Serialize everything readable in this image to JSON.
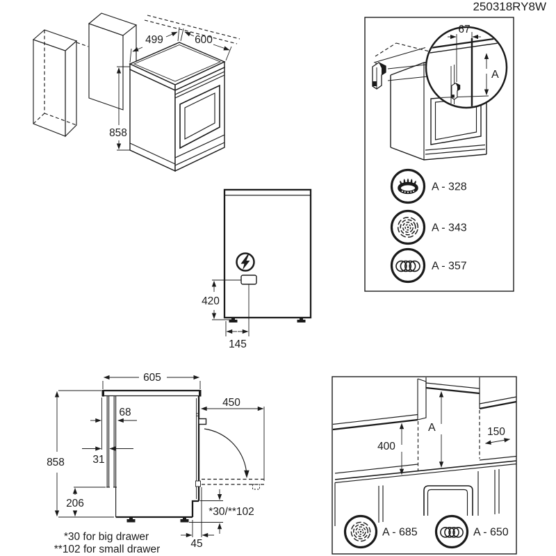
{
  "product_code": "250318RY8W",
  "iso_view": {
    "width": "499",
    "depth": "600",
    "height": "858"
  },
  "detail_box": {
    "bracket_offset": "67",
    "clearance_letter": "A",
    "rows": [
      {
        "icon": "gas-burner-icon",
        "value": "A - 328"
      },
      {
        "icon": "fan-icon",
        "value": "A - 343"
      },
      {
        "icon": "coil-icon",
        "value": "A - 357"
      }
    ]
  },
  "rear_view": {
    "socket_height": "420",
    "socket_offset": "145"
  },
  "side_view": {
    "depth": "605",
    "height": "858",
    "door_open_depth": "450",
    "top_rear_gap": "68",
    "rear_gap": "31",
    "plinth_height": "206",
    "drawer_clearance": "*30/**102",
    "recess_depth": "45",
    "note_big_drawer": "*30 for big drawer",
    "note_small_drawer": "**102 for small drawer"
  },
  "install_box": {
    "worktop_clearance": "400",
    "hood_clearance_letter": "A",
    "side_clearance": "150",
    "rows": [
      {
        "icon": "fan-icon",
        "value": "A - 685"
      },
      {
        "icon": "coil-icon",
        "value": "A - 650"
      }
    ]
  }
}
